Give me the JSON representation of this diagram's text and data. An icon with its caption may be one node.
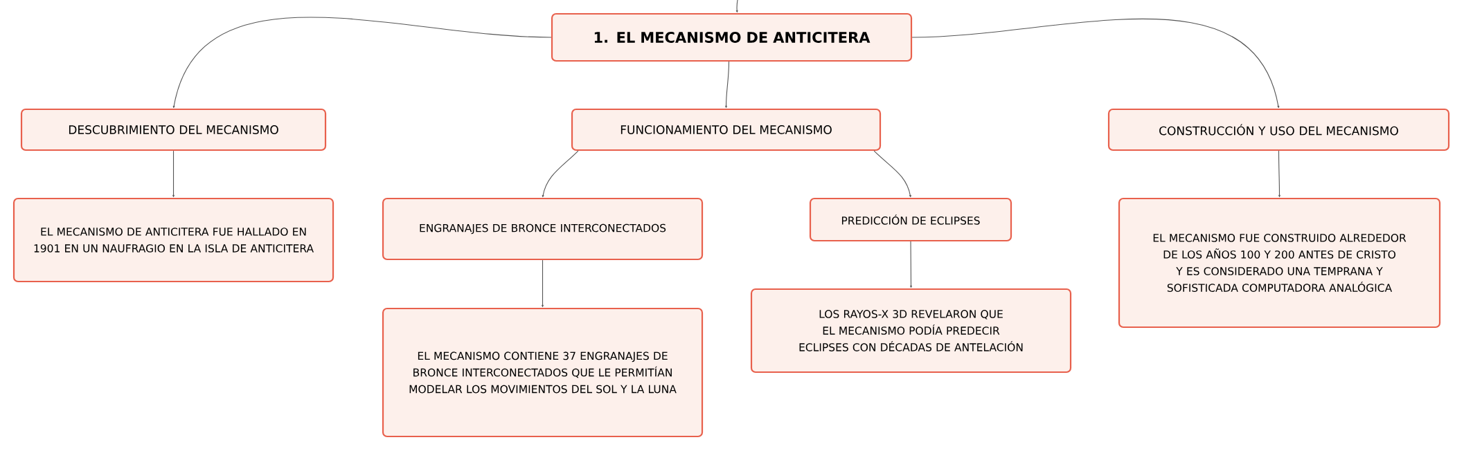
{
  "diagram": {
    "nodes": [
      {
        "text": [
          "1. EL MECANISMO DE ANTICITERA"
        ]
      },
      {
        "text": [
          "DESCUBRIMIENTO DEL MECANISMO"
        ]
      },
      {
        "text": [
          "FUNCIONAMIENTO DEL MECANISMO"
        ]
      },
      {
        "text": [
          "CONSTRUCCIÓN Y USO DEL MECANISMO"
        ]
      },
      {
        "text": [
          "EL MECANISMO DE ANTICITERA FUE HALLADO EN 1901 EN UN NAUFRAGIO EN LA ISLA DE ANTICITERA"
        ]
      },
      {
        "text": [
          "ENGRANAJES DE BRONCE INTERCONECTADOS"
        ]
      },
      {
        "text": [
          "PREDICCIÓN DE ECLIPSES"
        ]
      },
      {
        "text": [
          "EL MECANISMO FUE CONSTRUIDO ALREDEDOR DE LOS AÑOS 100 Y 200 ANTES DE CRISTO Y ES CONSIDERADO UNA TEMPRANA Y SOFISTICADA COMPUTADORA ANALÓGICA"
        ]
      },
      {
        "text": [
          "EL MECANISMO CONTIENE 37 ENGRANAJES DE BRONCE INTERCONECTADOS QUE LE PERMITÍAN MODELAR LOS MOVIMIENTOS DEL SOL Y LA LUNA"
        ]
      },
      {
        "text": [
          "LOS RAYOS-X 3D REVELARON QUE EL MECANISMO PODÍA PREDECIR ECLIPSES CON DÉCADAS DE ANTELACIÓN"
        ]
      }
    ],
    "edges": [
      {
        "from": null,
        "to": 0,
        "arrow": "to"
      },
      {
        "from": 0,
        "to": 1,
        "arrow": "to"
      },
      {
        "from": 0,
        "to": 2,
        "arrow": "to"
      },
      {
        "from": 0,
        "to": 3,
        "arrow": "to"
      },
      {
        "from": 1,
        "to": 4,
        "arrow": "to"
      },
      {
        "from": 2,
        "to": 5,
        "arrow": "to"
      },
      {
        "from": 2,
        "to": 6,
        "arrow": "to"
      },
      {
        "from": 3,
        "to": 7,
        "arrow": "to"
      },
      {
        "from": 5,
        "to": 8,
        "arrow": "to"
      },
      {
        "from": 6,
        "to": 9,
        "arrow": "to"
      }
    ]
  }
}
